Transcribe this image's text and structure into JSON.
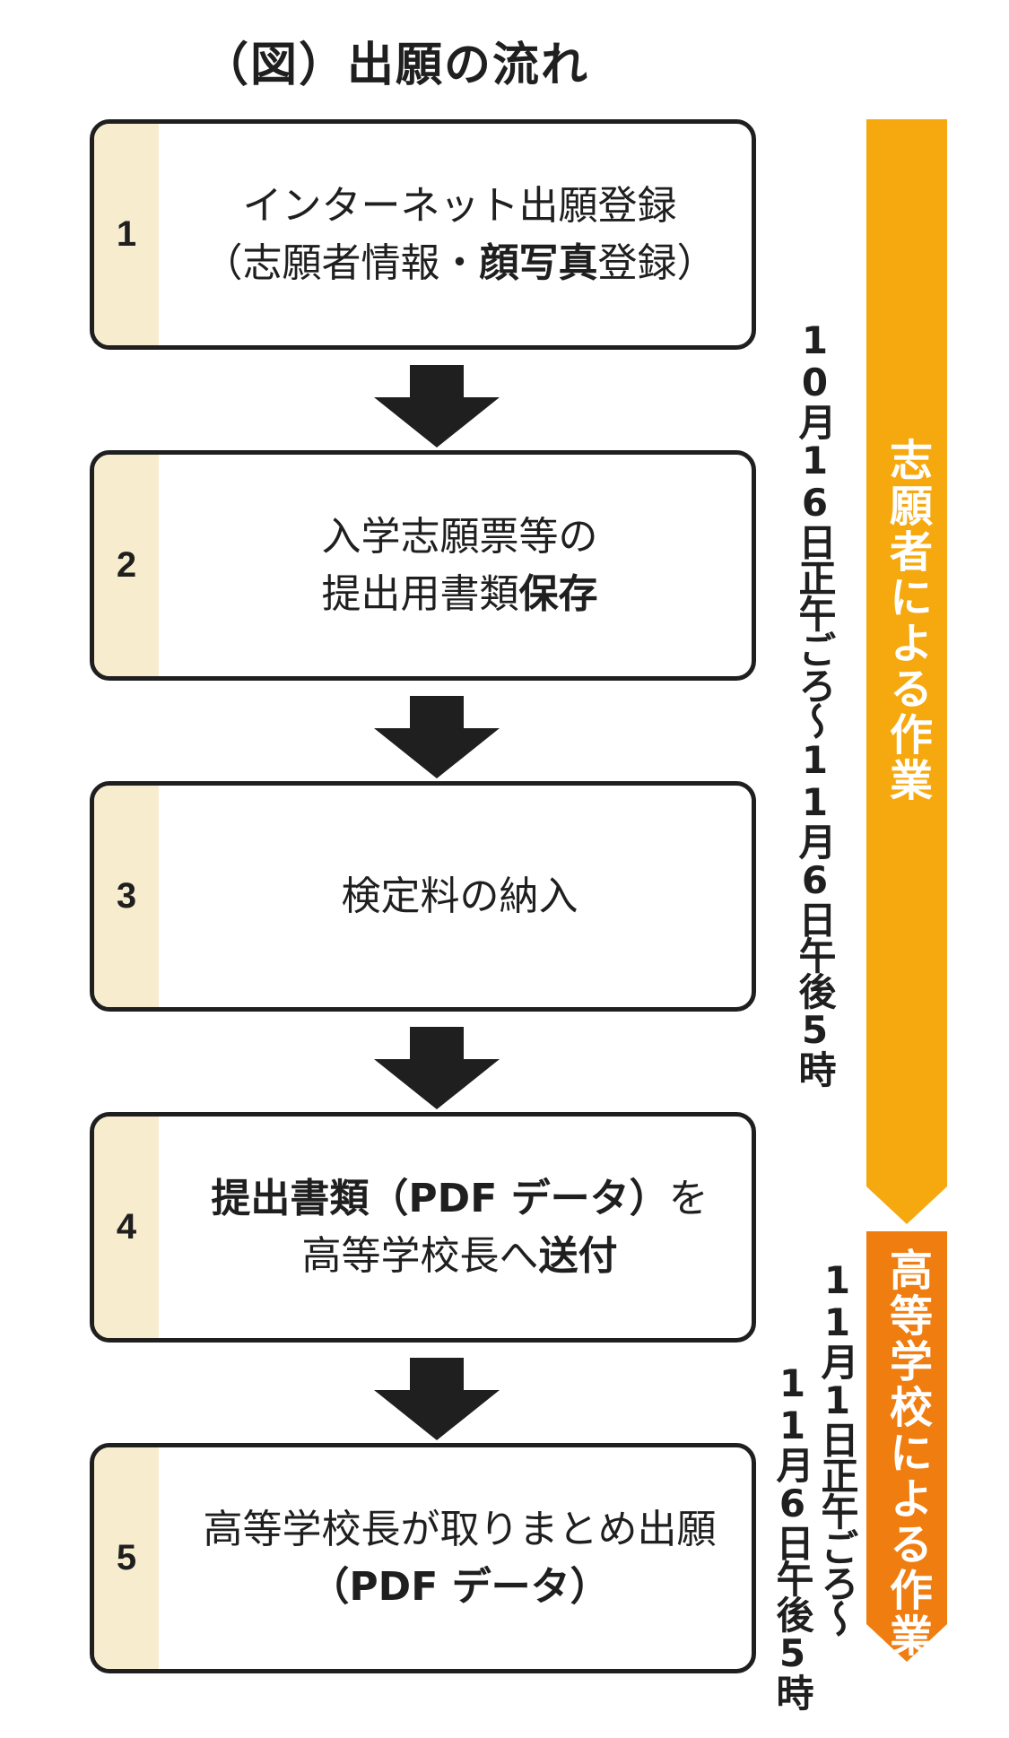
{
  "title": "（図）出願の流れ",
  "steps": [
    {
      "number": "1",
      "line1": "インターネット出願登録",
      "line2_a": "（志願者情報・",
      "line2_b": "顔写真",
      "line2_c": "登録）"
    },
    {
      "number": "2",
      "line1": "入学志願票等の",
      "line2_a": "提出用書類",
      "line2_b": "保存"
    },
    {
      "number": "3",
      "line1": "検定料の納入"
    },
    {
      "number": "4",
      "line1_a": "提出書類（PDF データ）",
      "line1_b": "を",
      "line2_a": "高等学校長へ",
      "line2_b": "送付"
    },
    {
      "number": "5",
      "line1": "高等学校長が取りまとめ出願",
      "line2": "（PDF データ）"
    }
  ],
  "periods": {
    "applicant": "10月16日正午ごろ～11月6日午後5時",
    "school_col1": "11月1日正午ごろ～",
    "school_col2": "11月6日午後5時"
  },
  "bands": {
    "applicant": {
      "label": "志願者による作業",
      "color": "#f6a80f"
    },
    "school": {
      "label": "高等学校による作業",
      "color": "#f07d10"
    }
  },
  "icons": {
    "step_arrow": "arrow-down-icon"
  }
}
